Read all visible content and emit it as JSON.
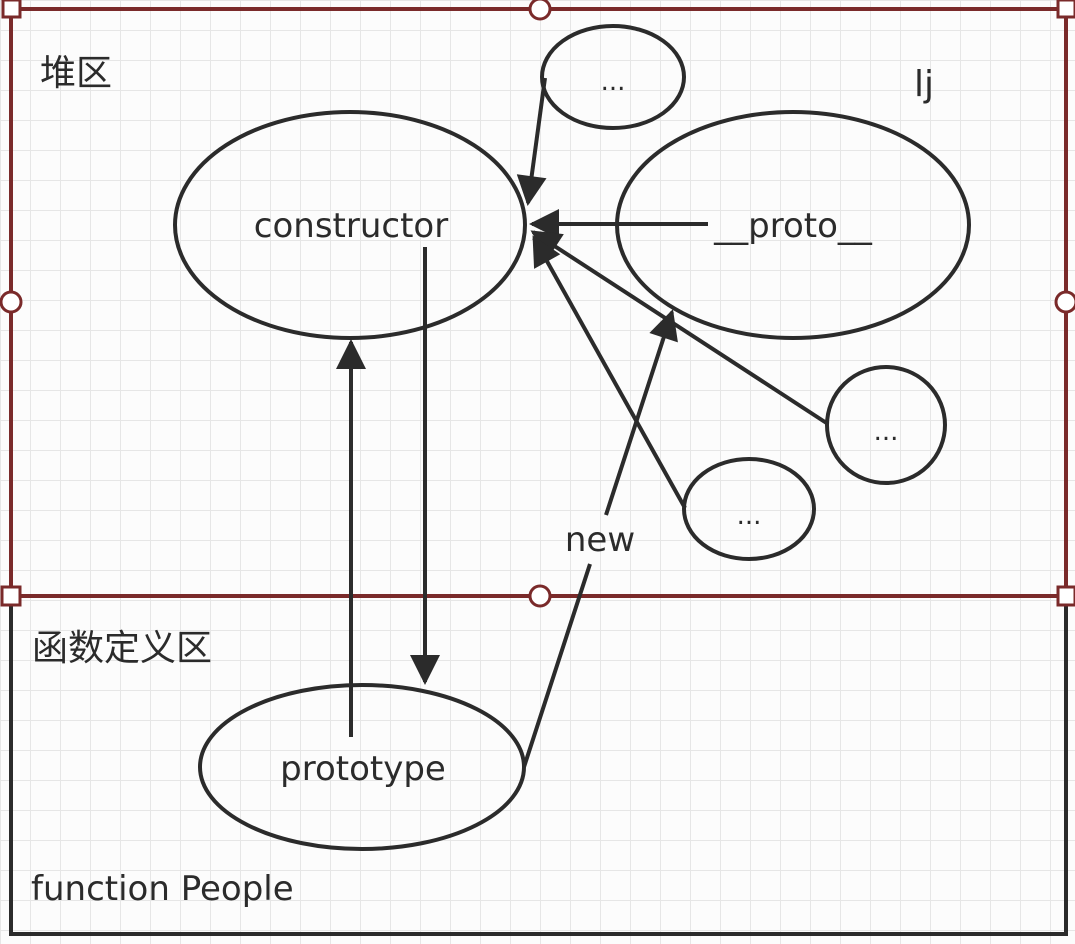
{
  "regions": {
    "heap_label": "堆区",
    "function_def_label": "函数定义区",
    "function_name": "function People"
  },
  "nodes": {
    "constructor": "constructor",
    "proto": "__proto__",
    "prototype": "prototype",
    "top_dots": "...",
    "right_dots": "...",
    "bottom_dots": "..."
  },
  "labels": {
    "instance_name": "lj",
    "new_edge": "new"
  },
  "colors": {
    "stroke": "#2b2b2b",
    "selection": "#8b2d2d",
    "handle_fill": "#ffffff"
  }
}
